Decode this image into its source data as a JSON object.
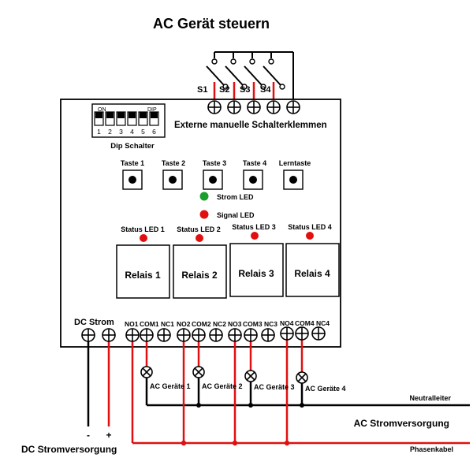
{
  "title": "AC Gerät steuern",
  "switches": [
    "S1",
    "S2",
    "S3",
    "S4"
  ],
  "external_terminals_label": "Externe manuelle Schalterklemmen",
  "dip": {
    "on_label": "ON",
    "dip_label": "DIP",
    "numbers": [
      "1",
      "2",
      "3",
      "4",
      "5",
      "6"
    ],
    "caption": "Dip Schalter"
  },
  "buttons": [
    "Taste 1",
    "Taste 2",
    "Taste 3",
    "Taste 4",
    "Lerntaste"
  ],
  "leds": {
    "power": {
      "label": "Strom LED",
      "color": "#1a9e2c"
    },
    "signal": {
      "label": "Signal LED",
      "color": "#e01010"
    }
  },
  "status_leds": [
    "Status LED 1",
    "Status LED 2",
    "Status LED 3",
    "Status LED 4"
  ],
  "relays": [
    "Relais 1",
    "Relais 2",
    "Relais 3",
    "Relais 4"
  ],
  "dc_label": "DC Strom",
  "terminal_labels": [
    "NO1",
    "COM1",
    "NC1",
    "NO2",
    "COM2",
    "NC2",
    "NO3",
    "COM3",
    "NC3",
    "NO4",
    "COM4",
    "NC4"
  ],
  "loads": [
    "AC Geräte 1",
    "AC Geräte 2",
    "AC Geräte 3",
    "AC Geräte 4"
  ],
  "neutral_label": "Neutralleiter",
  "ac_supply_label": "AC Stromversorgung",
  "phase_label": "Phasenkabel",
  "dc_supply": {
    "minus": "-",
    "plus": "+",
    "label": "DC Stromversorgung"
  },
  "colors": {
    "wire_black": "#000000",
    "wire_red": "#e01010",
    "led_red": "#e01010",
    "led_green": "#1a9e2c"
  }
}
